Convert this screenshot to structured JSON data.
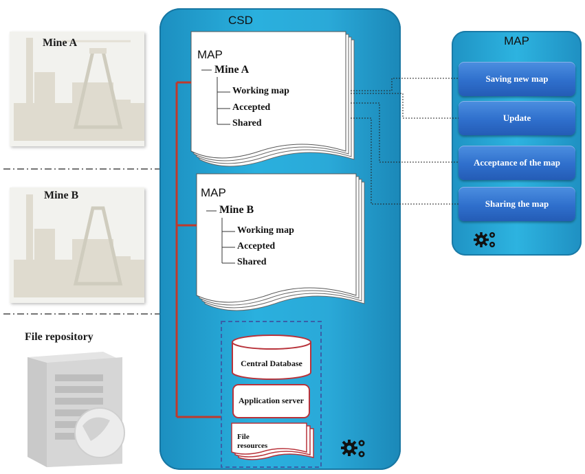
{
  "left": {
    "mine_a_label": "Mine A",
    "mine_b_label": "Mine B",
    "repo_label": "File repository"
  },
  "csd": {
    "title": "CSD",
    "map_a": {
      "title": "MAP",
      "mine": "Mine A",
      "items": [
        "Working map",
        "Accepted",
        "Shared"
      ]
    },
    "map_b": {
      "title": "MAP",
      "mine": "Mine B",
      "items": [
        "Working map",
        "Accepted",
        "Shared"
      ]
    },
    "db_group": {
      "central_db": "Central Database",
      "app_server": "Application server",
      "file_resources": "File resources"
    }
  },
  "right_panel": {
    "title": "MAP",
    "buttons": [
      "Saving new map",
      "Update",
      "Acceptance of the map",
      "Sharing the map"
    ]
  },
  "colors": {
    "csd_blue": "#2aa9d8",
    "button_blue": "#2f6fcc",
    "connector_red": "#c0392b",
    "db_border": "#b8323a"
  },
  "icons": [
    "factory-silhouette",
    "server-tower-icon",
    "gears-icon"
  ]
}
